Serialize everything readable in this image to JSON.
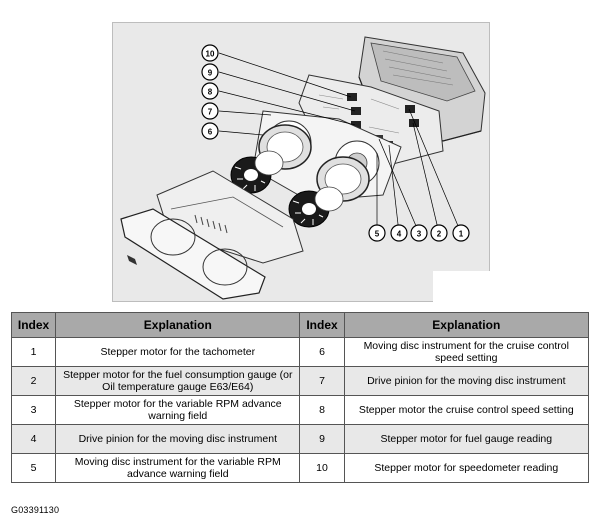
{
  "figure": {
    "callouts": [
      "10",
      "9",
      "8",
      "7",
      "6",
      "5",
      "4",
      "3",
      "2",
      "1"
    ]
  },
  "table": {
    "headers": {
      "index_left": "Index",
      "explanation_left": "Explanation",
      "index_right": "Index",
      "explanation_right": "Explanation"
    },
    "rows": [
      {
        "left_index": "1",
        "left_text": "Stepper motor for the tachometer",
        "right_index": "6",
        "right_text": "Moving disc instrument for the cruise control speed setting"
      },
      {
        "left_index": "2",
        "left_text": "Stepper motor for the fuel consumption gauge (or Oil temperature gauge E63/E64)",
        "right_index": "7",
        "right_text": "Drive pinion for the moving disc instrument"
      },
      {
        "left_index": "3",
        "left_text": "Stepper motor for the variable RPM advance warning field",
        "right_index": "8",
        "right_text": "Stepper motor the cruise control speed setting"
      },
      {
        "left_index": "4",
        "left_text": "Drive pinion for the moving disc instrument",
        "right_index": "9",
        "right_text": "Stepper motor for fuel gauge reading"
      },
      {
        "left_index": "5",
        "left_text": "Moving disc instrument for the variable RPM advance warning field",
        "right_index": "10",
        "right_text": "Stepper motor for speedometer reading"
      }
    ]
  },
  "figure_id": "G03391130"
}
